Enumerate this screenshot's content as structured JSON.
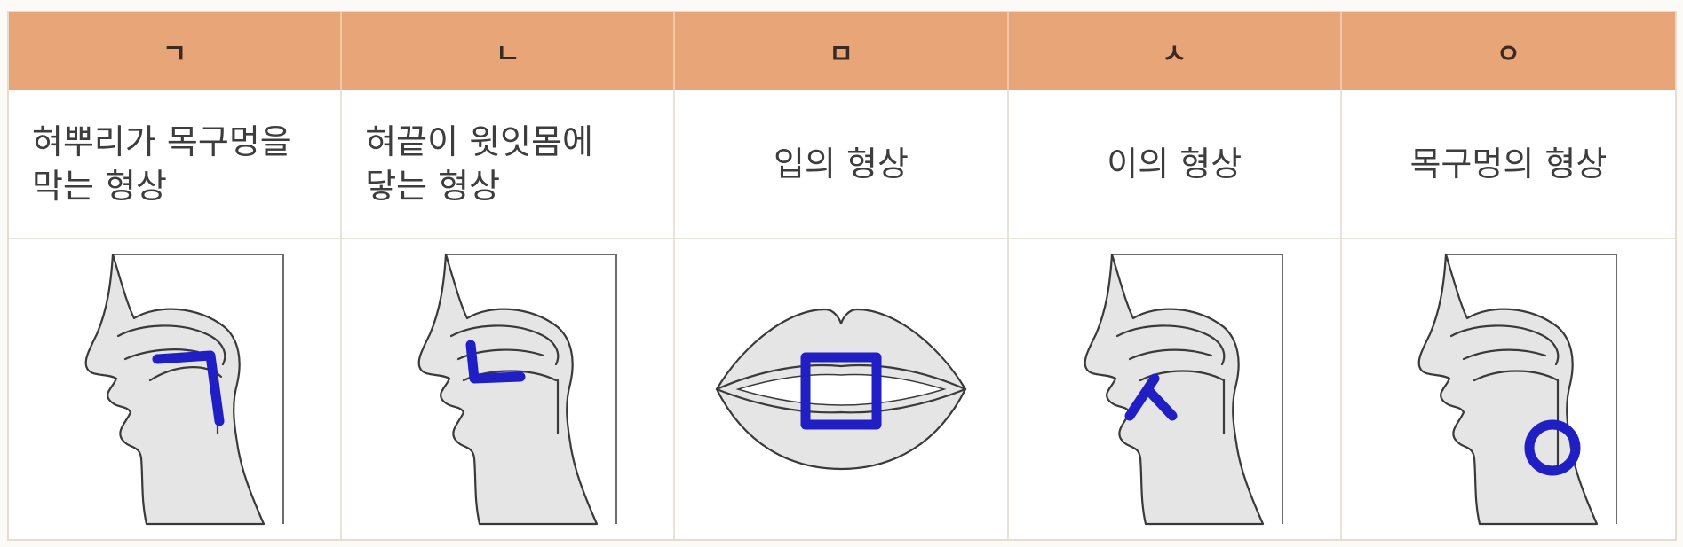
{
  "table": {
    "columns": [
      {
        "letter": "ㄱ",
        "description_lines": [
          "혀뿌리가 목구멍을",
          "막는 형상"
        ],
        "illustration": "tongue-root-blocking-throat"
      },
      {
        "letter": "ㄴ",
        "description_lines": [
          "혀끝이 윗잇몸에",
          "닿는 형상"
        ],
        "illustration": "tongue-tip-touching-upper-gum"
      },
      {
        "letter": "ㅁ",
        "description_lines": [
          "입의 형상"
        ],
        "illustration": "shape-of-mouth"
      },
      {
        "letter": "ㅅ",
        "description_lines": [
          "이의 형상"
        ],
        "illustration": "shape-of-teeth"
      },
      {
        "letter": "ㅇ",
        "description_lines": [
          "목구멍의 형상"
        ],
        "illustration": "shape-of-throat"
      }
    ]
  },
  "colors": {
    "header_band": "#e8a577",
    "mark_blue": "#1f1fc4",
    "face_fill": "#e5e5e5"
  }
}
